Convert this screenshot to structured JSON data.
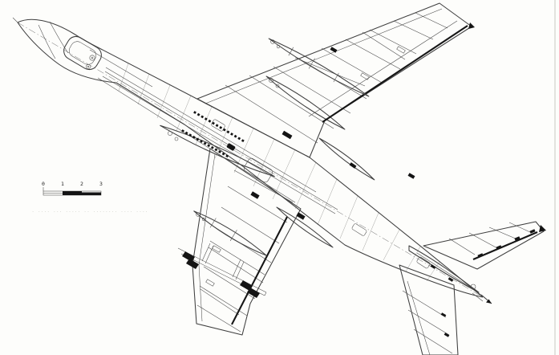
{
  "colors": {
    "ink": "#3f3f3f",
    "heavy": "#161616",
    "faint": "#9a9a96",
    "fill_black": "#141414",
    "background": "#fdfdfb",
    "scan_edge": "#c9c9c3"
  },
  "scale_bar": {
    "labels": [
      "0",
      "1",
      "2",
      "3"
    ]
  },
  "watermark": {
    "text": "· ···· ··· ····· ·· ········ ···· ····"
  }
}
